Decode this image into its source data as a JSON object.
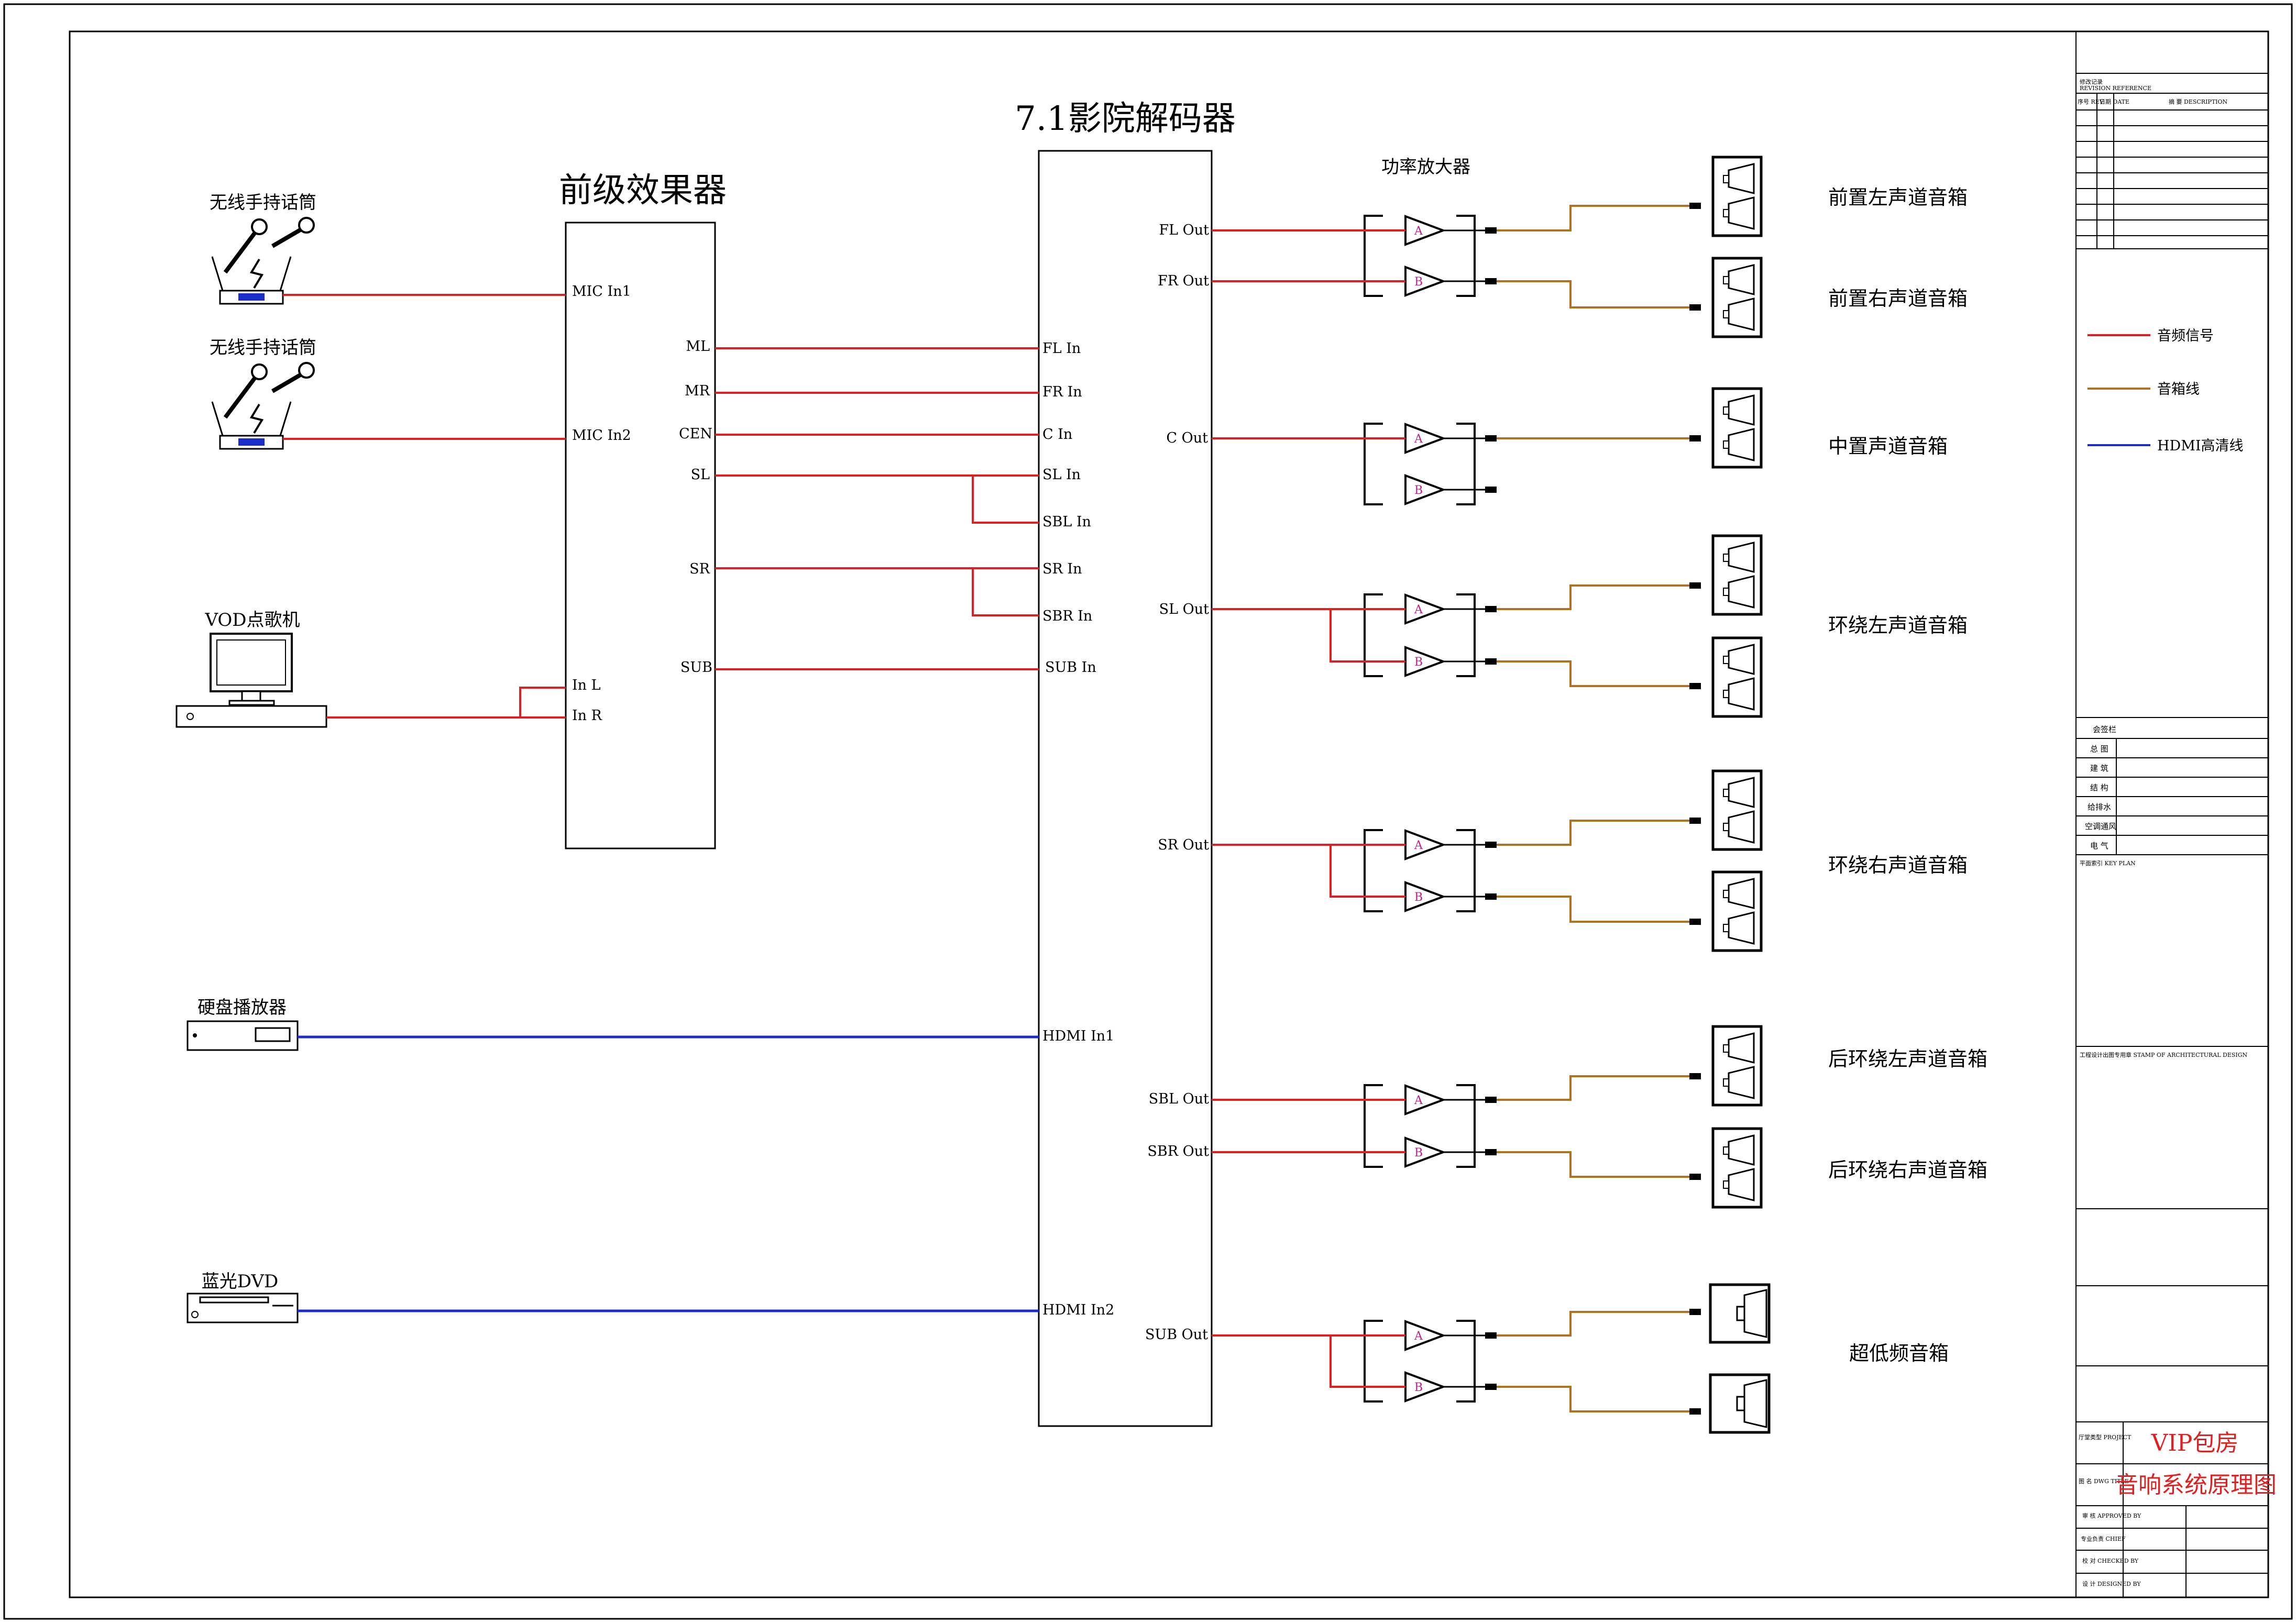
{
  "colors": {
    "audio": "#e02020",
    "speaker_wire": "#b3701e",
    "hdmi": "#1a2dc8",
    "title_red": "#e02020"
  },
  "sources": {
    "mic1": "无线手持话筒",
    "mic2": "无线手持话筒",
    "vod": "VOD点歌机",
    "hdd": "硬盘播放器",
    "bluray": "蓝光DVD"
  },
  "preamp": {
    "title": "前级效果器",
    "inputs": [
      "MIC In1",
      "MIC In2",
      "In L",
      "In R"
    ],
    "outputs": [
      "ML",
      "MR",
      "CEN",
      "SL",
      "SR",
      "SUB"
    ]
  },
  "decoder": {
    "title": "7.1影院解码器",
    "inputs": [
      "FL In",
      "FR In",
      "C In",
      "SL In",
      "SBL In",
      "SR In",
      "SBR In",
      "SUB In",
      "HDMI In1",
      "HDMI In2"
    ],
    "outputs": [
      "FL Out",
      "FR Out",
      "C Out",
      "SL Out",
      "SR Out",
      "SBL Out",
      "SBR Out",
      "SUB Out"
    ]
  },
  "amplifier": {
    "title": "功率放大器",
    "channel_a": "A",
    "channel_b": "B"
  },
  "speakers": {
    "front_left": "前置左声道音箱",
    "front_right": "前置右声道音箱",
    "center": "中置声道音箱",
    "surround_left": "环绕左声道音箱",
    "surround_right": "环绕右声道音箱",
    "rear_left": "后环绕左声道音箱",
    "rear_right": "后环绕右声道音箱",
    "subwoofer": "超低频音箱"
  },
  "legend": {
    "audio": "音频信号",
    "speaker_wire": "音箱线",
    "hdmi": "HDMI高清线"
  },
  "title_block": {
    "revision_title": "修改记录",
    "revision_sub": "REVISION REFERENCE",
    "rev_col_rev": "序号 REV",
    "rev_col_date": "日期 DATE",
    "rev_col_desc": "摘 要 DESCRIPTION",
    "sign_title": "会签栏",
    "disciplines": [
      "总 图",
      "建 筑",
      "结 构",
      "给排水",
      "空调通风",
      "电 气"
    ],
    "key_plan": "平面索引 KEY PLAN",
    "stamp": "工程设计出图专用章 STAMP OF ARCHITECTURAL DESIGN",
    "project_label": "厅堂类型 PROJECT",
    "project_value": "VIP包房",
    "drawing_label": "图 名 DWG TITLE",
    "drawing_value": "音响系统原理图",
    "approved": "审 核 APPROVED BY",
    "chief": "专业负责 CHIEF",
    "checked": "校 对 CHECKED BY",
    "designed": "设 计 DESIGNED BY"
  }
}
